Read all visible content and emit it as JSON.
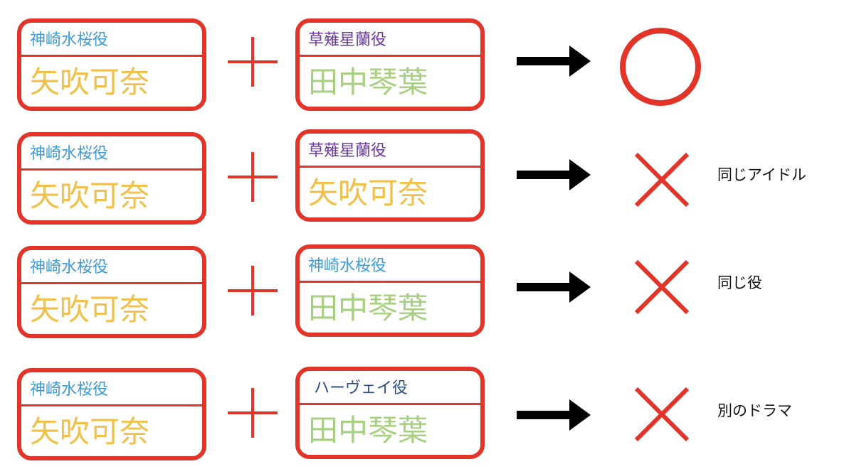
{
  "colors": {
    "border": "#e3342a",
    "role_blue": "#3e9bd6",
    "role_purple": "#6b3a9c",
    "role_navy": "#2d4f86",
    "actor_yellow": "#f0c04a",
    "actor_green": "#a8cf82",
    "arrow": "#000000",
    "mark": "#e3342a"
  },
  "rows": [
    {
      "left": {
        "role": "神崎水桜役",
        "actor": "矢吹可奈",
        "role_color": "role_blue",
        "actor_color": "actor_yellow"
      },
      "right": {
        "role": "草薙星蘭役",
        "actor": "田中琴葉",
        "role_color": "role_purple",
        "actor_color": "actor_green"
      },
      "result": "circle",
      "note": ""
    },
    {
      "left": {
        "role": "神崎水桜役",
        "actor": "矢吹可奈",
        "role_color": "role_blue",
        "actor_color": "actor_yellow"
      },
      "right": {
        "role": "草薙星蘭役",
        "actor": "矢吹可奈",
        "role_color": "role_purple",
        "actor_color": "actor_yellow"
      },
      "result": "cross",
      "note": "同じアイドル"
    },
    {
      "left": {
        "role": "神崎水桜役",
        "actor": "矢吹可奈",
        "role_color": "role_blue",
        "actor_color": "actor_yellow"
      },
      "right": {
        "role": "神崎水桜役",
        "actor": "田中琴葉",
        "role_color": "role_blue",
        "actor_color": "actor_green"
      },
      "result": "cross",
      "note": "同じ役"
    },
    {
      "left": {
        "role": "神崎水桜役",
        "actor": "矢吹可奈",
        "role_color": "role_blue",
        "actor_color": "actor_yellow"
      },
      "right": {
        "role": "ハーヴェイ役",
        "actor": "田中琴葉",
        "role_color": "role_navy",
        "actor_color": "actor_green"
      },
      "result": "cross",
      "note": "別のドラマ"
    }
  ]
}
